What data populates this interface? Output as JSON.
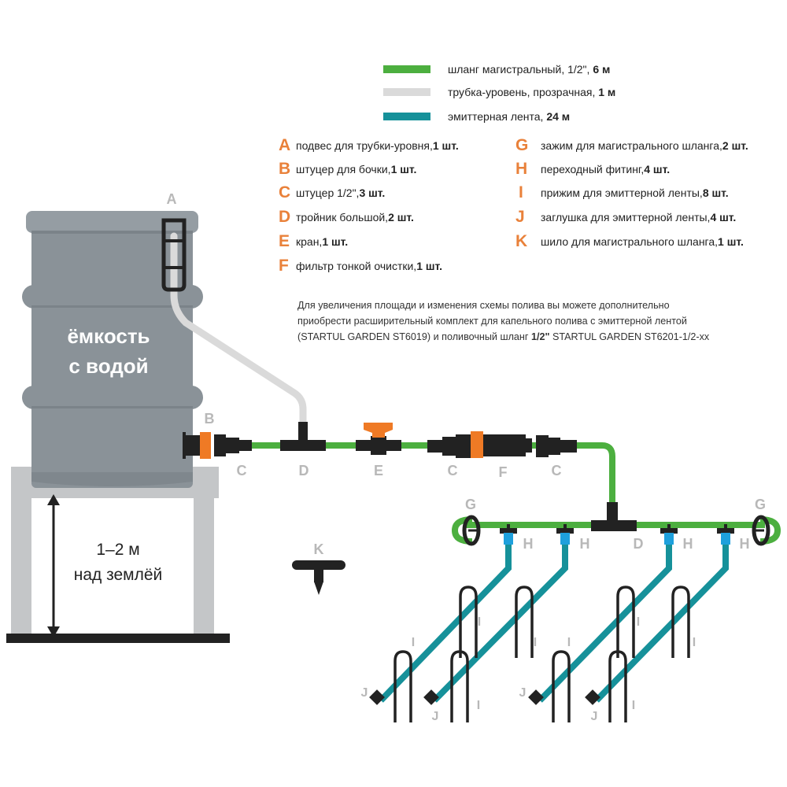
{
  "legend": [
    {
      "color": "#4caf3f",
      "label": "шланг магистральный, 1/2\", ",
      "qty": "6 м"
    },
    {
      "color": "#dadada",
      "label": "трубка-уровень, прозрачная, ",
      "qty": "1 м"
    },
    {
      "color": "#16919a",
      "label": "эмиттерная лента, ",
      "qty": "24 м"
    }
  ],
  "parts_left": [
    {
      "letter": "A",
      "name": "подвес для трубки-уровня, ",
      "qty": "1 шт."
    },
    {
      "letter": "B",
      "name": "штуцер для бочки, ",
      "qty": "1 шт."
    },
    {
      "letter": "C",
      "name": "штуцер 1/2\", ",
      "qty": "3 шт."
    },
    {
      "letter": "D",
      "name": "тройник большой, ",
      "qty": "2 шт."
    },
    {
      "letter": "E",
      "name": "кран, ",
      "qty": "1 шт."
    },
    {
      "letter": "F",
      "name": "фильтр тонкой очистки, ",
      "qty": "1 шт."
    }
  ],
  "parts_right": [
    {
      "letter": "G",
      "name": "зажим для магистрального шланга, ",
      "qty": "2 шт."
    },
    {
      "letter": "H",
      "name": "переходный фитинг, ",
      "qty": "4 шт."
    },
    {
      "letter": "I",
      "name": "прижим для эмиттерной ленты, ",
      "qty": "8 шт."
    },
    {
      "letter": "J",
      "name": "заглушка для эмиттерной ленты, ",
      "qty": "4 шт."
    },
    {
      "letter": "K",
      "name": "шило для магистрального шланга, ",
      "qty": "1 шт."
    }
  ],
  "note": {
    "line1": "Для увеличения площади и изменения схемы полива вы можете дополнительно",
    "line2": "приобрести расширительный комплект для капельного полива с эмиттерной лентой",
    "line3_a": "(STARTUL GARDEN ST6019) и поливочный шланг ",
    "line3_b": "1/2\"",
    "line3_c": " STARTUL GARDEN ST6201-1/2-xx"
  },
  "barrel": {
    "line1": "ёмкость",
    "line2": "с водой"
  },
  "stand": {
    "line1": "1–2 м",
    "line2": "над землёй"
  },
  "diagram_labels": {
    "A": "A",
    "B": "B",
    "C": "C",
    "D": "D",
    "E": "E",
    "F": "F",
    "G": "G",
    "H": "H",
    "I": "I",
    "J": "J",
    "K": "K"
  },
  "colors": {
    "main_hose": "#4caf3f",
    "level_tube": "#dadada",
    "emitter_tape": "#16919a",
    "fitting": "#222222",
    "accent_orange": "#ef7a25",
    "adapter_blue": "#1ea0dc",
    "barrel": "#8a9298",
    "stand": "#c4c6c8",
    "label_gray": "#b8b8b8"
  }
}
